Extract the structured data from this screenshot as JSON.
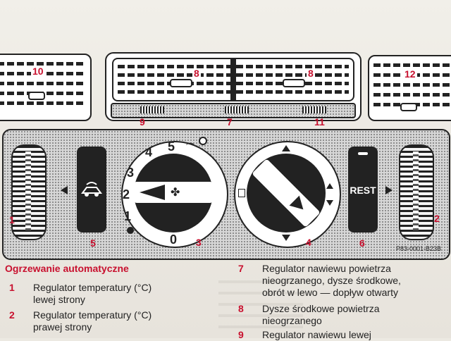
{
  "callouts": {
    "n1": "1",
    "n2": "2",
    "n3": "3",
    "n4": "4",
    "n5": "5",
    "n6": "6",
    "n7": "7",
    "n8a": "8",
    "n8b": "8",
    "n9": "9",
    "n10": "10",
    "n11": "11",
    "n12": "12"
  },
  "dial_left": {
    "labels": [
      "0",
      "1",
      "2",
      "3",
      "4",
      "5"
    ],
    "fan_icon": "fan-icon",
    "defrost_icon": "windshield-defrost-icon"
  },
  "rest_label": "REST",
  "figure_code": "P83-0001-B23B",
  "legend": {
    "title": "Ogrzewanie automatyczne",
    "items": [
      {
        "n": "1",
        "line1": "Regulator temperatury (°C)",
        "line2": "lewej strony"
      },
      {
        "n": "2",
        "line1": "Regulator temperatury (°C)",
        "line2": "prawej strony"
      },
      {
        "n": "7",
        "line1": "Regulator nawiewu powietrza",
        "line2": "nieogrzanego, dysze środkowe,",
        "line3": "obrót w lewo — dopływ otwarty"
      },
      {
        "n": "8",
        "line1": "Dysze środkowe powietrza",
        "line2": "nieogrzanego"
      },
      {
        "n": "9",
        "line1": "Regulator nawiewu lewej"
      }
    ]
  },
  "colors": {
    "accent": "#c8102e",
    "ink": "#222222",
    "paper": "#ece9e2"
  }
}
